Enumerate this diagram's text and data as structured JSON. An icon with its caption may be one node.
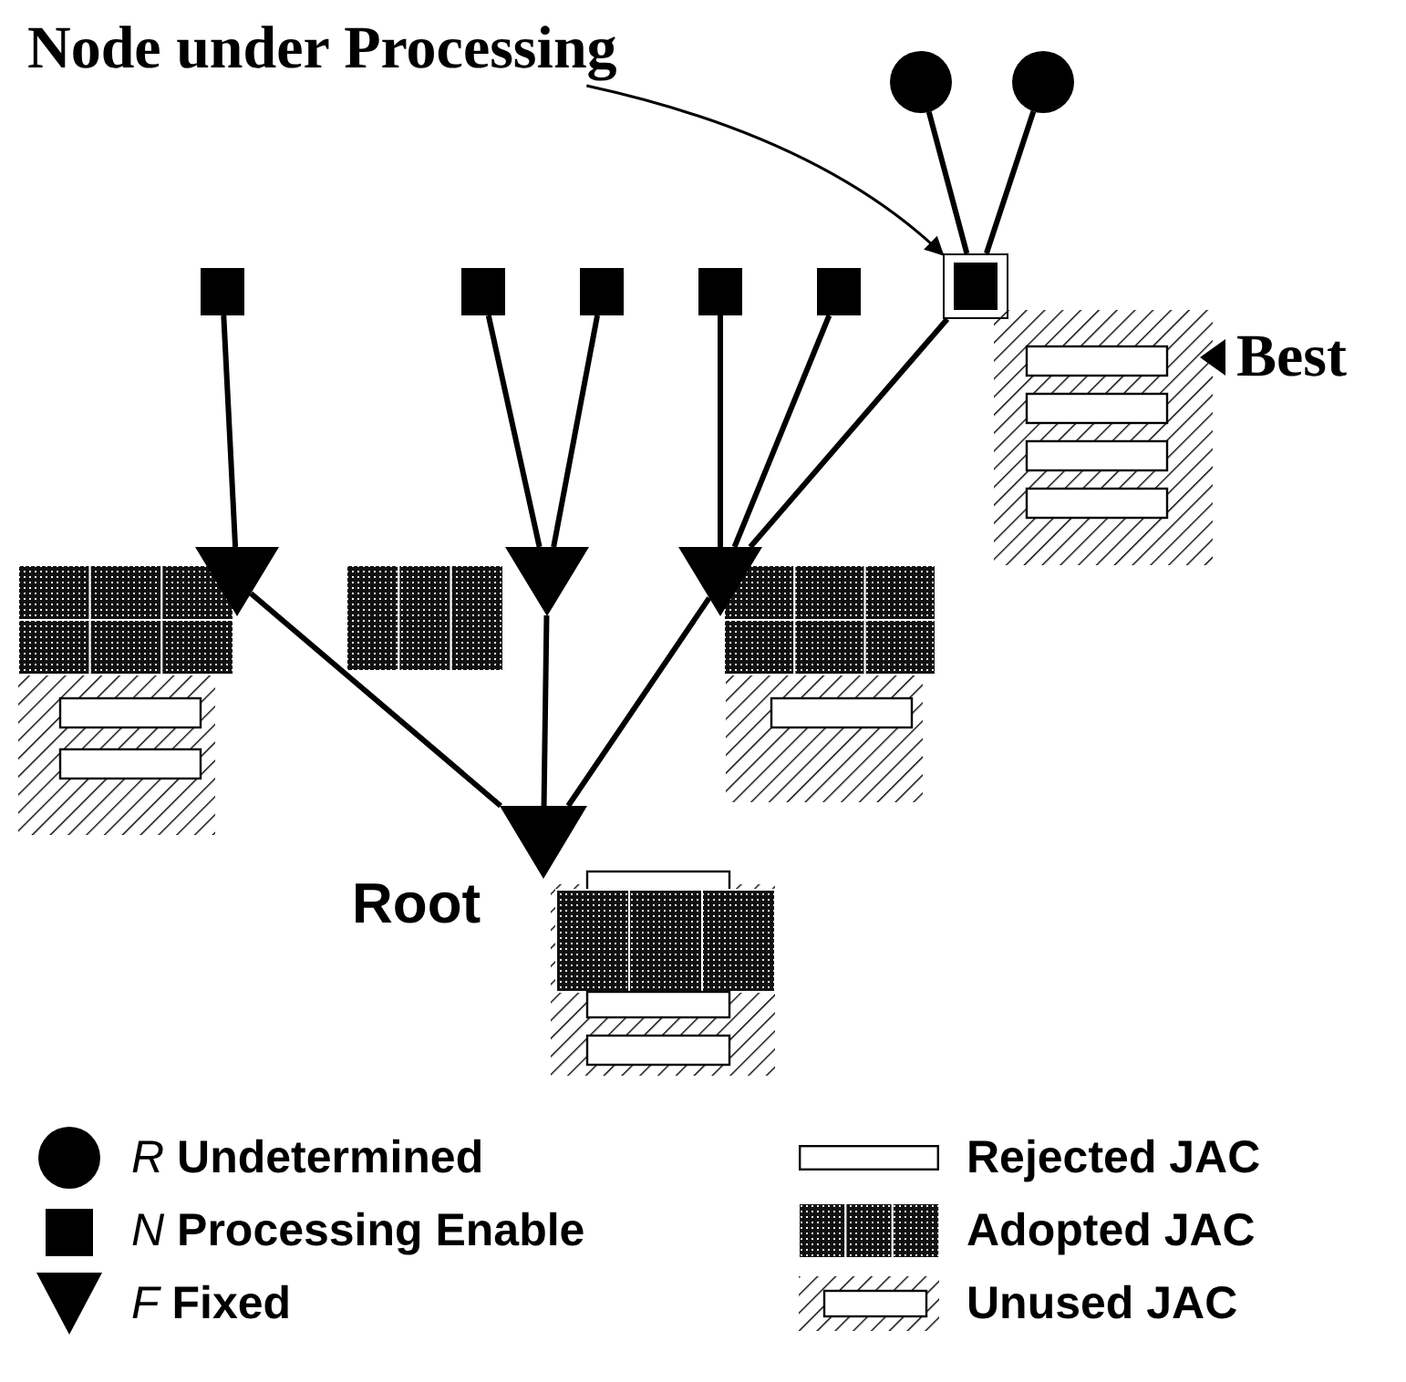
{
  "diagram": {
    "nodes": [
      {
        "text": [
          "Node under Processing"
        ]
      },
      {
        "text": [],
        "shape": "circle"
      },
      {
        "text": [],
        "shape": "circle"
      },
      {
        "text": [],
        "shape": "box"
      },
      {
        "text": [],
        "shape": "box"
      },
      {
        "text": [],
        "shape": "box"
      },
      {
        "text": [],
        "shape": "box"
      },
      {
        "text": [],
        "shape": "box"
      },
      {
        "text": [],
        "shape": "box"
      },
      {
        "text": [],
        "shape": "triangle"
      },
      {
        "text": [],
        "shape": "triangle"
      },
      {
        "text": [],
        "shape": "triangle"
      },
      {
        "text": [],
        "shape": "triangle",
        "beside": [
          "Root"
        ]
      }
    ],
    "edges": [
      {
        "from": 3,
        "to": 9,
        "arrow": "none"
      },
      {
        "from": 4,
        "to": 10,
        "arrow": "none"
      },
      {
        "from": 5,
        "to": 10,
        "arrow": "none"
      },
      {
        "from": 6,
        "to": 11,
        "arrow": "none"
      },
      {
        "from": 7,
        "to": 11,
        "arrow": "none"
      },
      {
        "from": 8,
        "to": 11,
        "arrow": "none"
      },
      {
        "from": 9,
        "to": 12,
        "arrow": "none"
      },
      {
        "from": 10,
        "to": 12,
        "arrow": "none"
      },
      {
        "from": 11,
        "to": 12,
        "arrow": "none"
      },
      {
        "from": 1,
        "to": 8,
        "arrow": "none"
      },
      {
        "from": 2,
        "to": 8,
        "arrow": "none"
      },
      {
        "from": 0,
        "to": 8,
        "arrow": "to"
      }
    ],
    "labels": [
      "Best"
    ],
    "legend": [
      {
        "text": "*R* **Undetermined**"
      },
      {
        "text": "Rejected JAC"
      },
      {
        "text": "*N* **Processing Enable**"
      },
      {
        "text": "Adopted JAC"
      },
      {
        "text": "*F* **Fixed**"
      },
      {
        "text": "Unused JAC"
      }
    ]
  }
}
